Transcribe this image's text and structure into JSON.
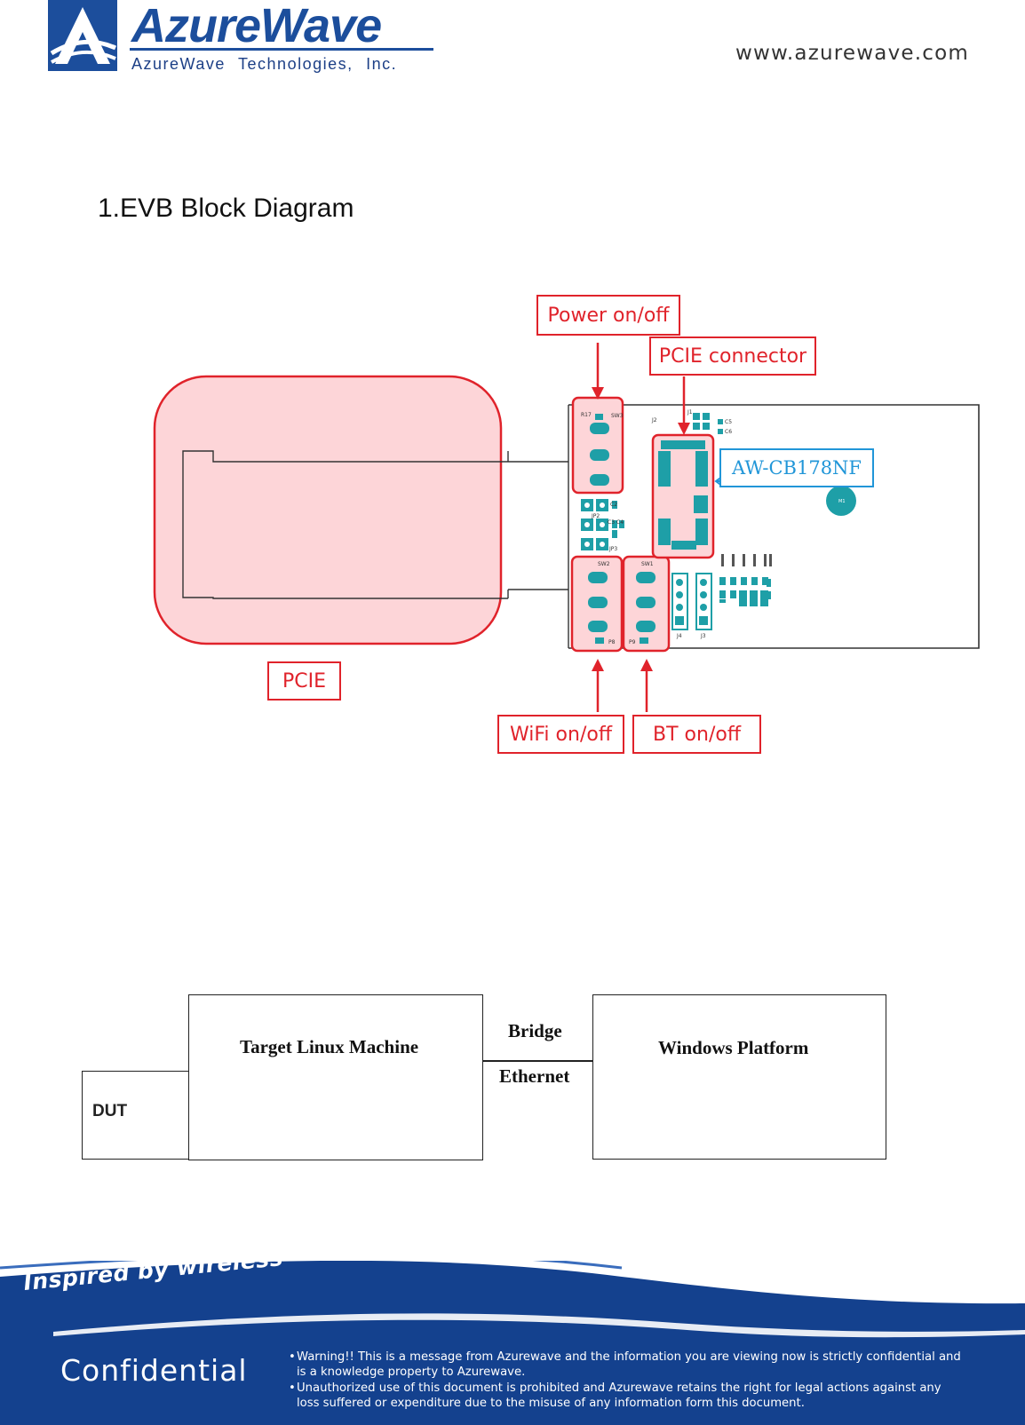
{
  "header": {
    "logo_name": "AzureWave",
    "logo_subtitle": "AzureWave   Technologies,   Inc.",
    "website": "www.azurewave.com",
    "logo_icon": "azurewave-logo-icon",
    "brand_color": "#1c4e9c"
  },
  "section_title": "1.EVB Block Diagram",
  "evb_diagram": {
    "callouts": {
      "power": "Power on/off",
      "pcie_connector": "PCIE connector",
      "pcie": "PCIE",
      "wifi": "WiFi on/off",
      "bt": "BT on/off"
    },
    "module_label": "AW-CB178NF",
    "pcb_markings": {
      "r17": "R17",
      "sw3": "SW3",
      "sw2": "SW2",
      "sw1": "SW1",
      "jp2": "JP2",
      "jp3": "JP3",
      "c2": "C2",
      "c3": "C3",
      "c4": "C4",
      "j1": "J1",
      "j2": "J2",
      "j4": "J4",
      "j3": "J3",
      "c5": "C5",
      "c6": "C6",
      "m1": "M1",
      "p8": "P8",
      "p9": "P9"
    },
    "callout_color": "#e0232b",
    "module_color": "#2196d8",
    "highlight_fill": "#fdd5d8",
    "pad_color": "#1e9fa7"
  },
  "setup_diagram": {
    "dut": "DUT",
    "target": "Target Linux Machine",
    "bridge": "Bridge",
    "ethernet": "Ethernet",
    "windows": "Windows Platform"
  },
  "footer": {
    "tagline": "Inspired by wireless",
    "confidential": "Confidential",
    "warning_1a": "Warning!! This is a message from Azurewave and the information you are viewing now is strictly confidential and",
    "warning_1b": "is a knowledge property to Azurewave.",
    "warning_2a": "Unauthorized use of this document is prohibited and Azurewave retains the right for legal actions against any",
    "warning_2b": "loss suffered or expenditure due to the misuse of any information form this document.",
    "bullet": "•",
    "footer_color": "#14418e"
  }
}
